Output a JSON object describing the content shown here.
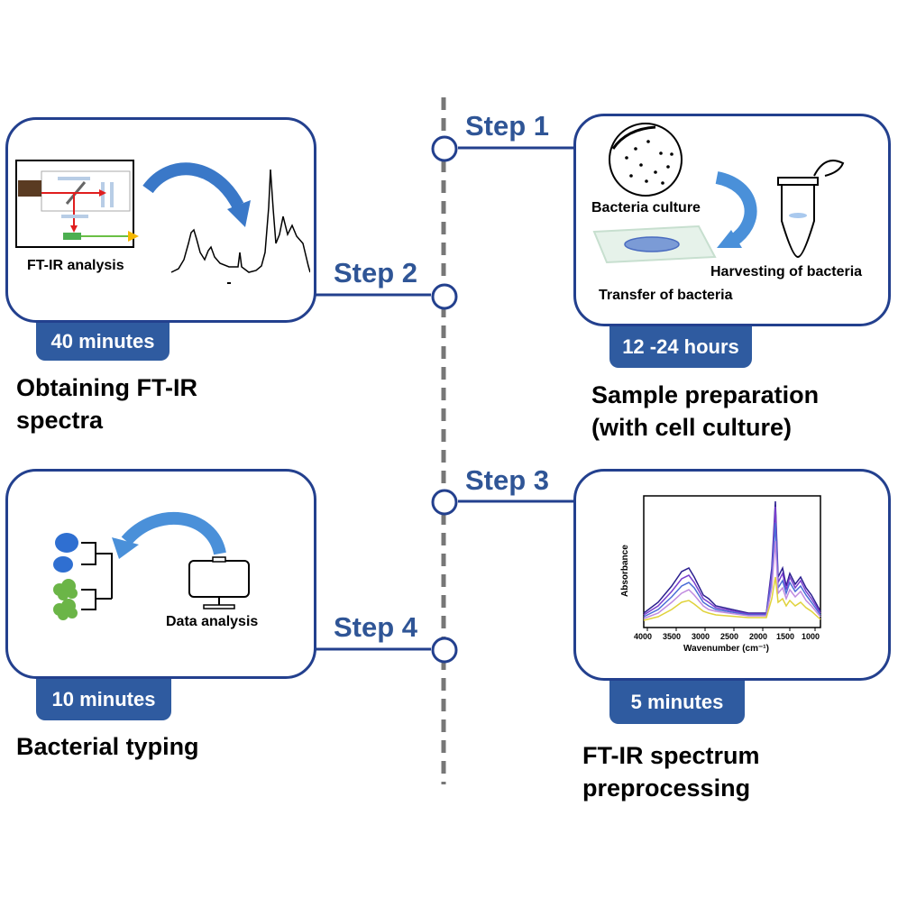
{
  "steps": [
    {
      "label": "Step 1",
      "time": "12 -24 hours",
      "title": "Sample preparation\n (with cell culture)",
      "labels": {
        "culture": "Bacteria culture",
        "harvest": "Harvesting of bacteria",
        "transfer": "Transfer of bacteria"
      }
    },
    {
      "label": "Step 2",
      "time": "40 minutes",
      "title": "Obtaining FT-IR\nspectra",
      "labels": {
        "analysis": "FT-IR analysis"
      }
    },
    {
      "label": "Step 3",
      "time": "5 minutes",
      "title": "FT-IR spectrum\npreprocessing",
      "chart": {
        "ylabel": "Absorbance",
        "xlabel": "Wavenumber (cm⁻¹)",
        "ticks": [
          "4000",
          "3500",
          "3000",
          "2500",
          "2000",
          "1500",
          "1000"
        ]
      }
    },
    {
      "label": "Step 4",
      "time": "10 minutes",
      "title": "Bacterial typing",
      "labels": {
        "data": "Data analysis"
      }
    }
  ],
  "colors": {
    "primary": "#2f5596",
    "border": "#23408e",
    "badge": "#2f5ba0",
    "arrow": "#4a90d9",
    "green": "#5fb04a",
    "timeline": "#777777"
  }
}
